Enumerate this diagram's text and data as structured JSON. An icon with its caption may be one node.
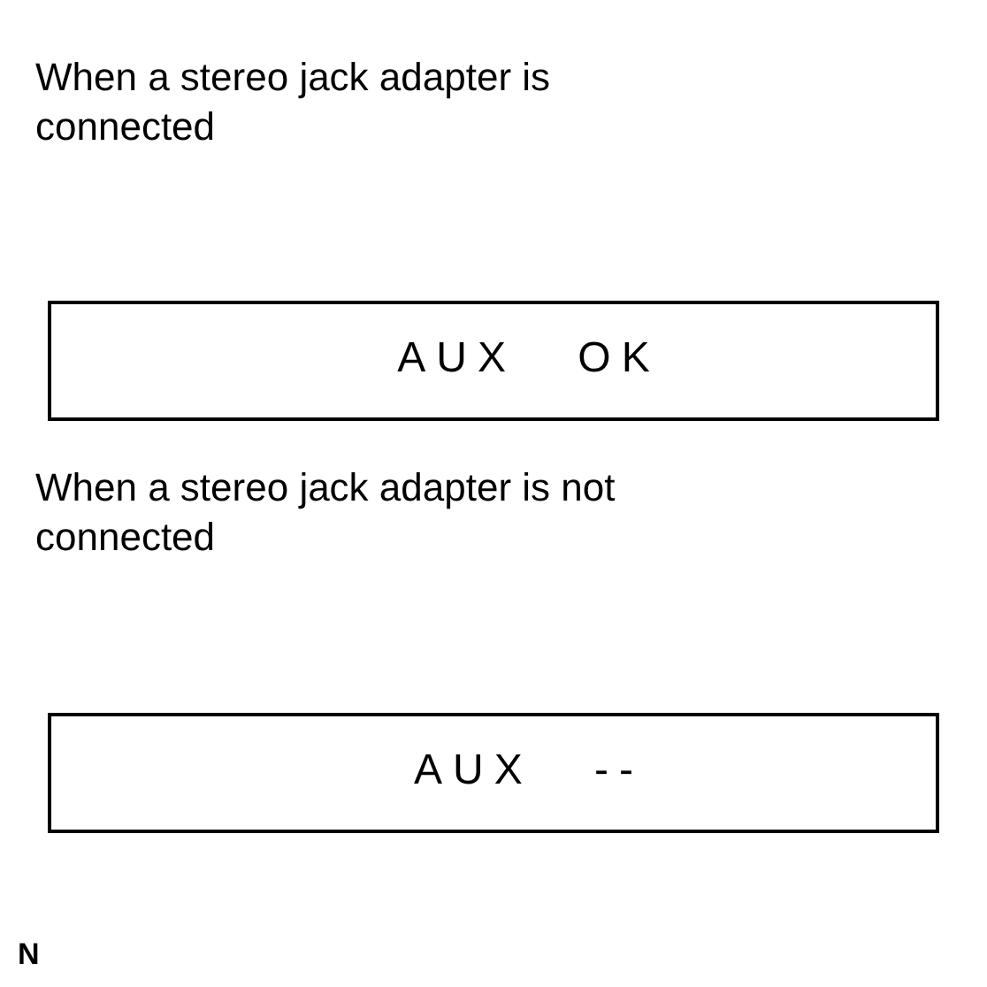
{
  "diagram": {
    "nodes": [
      {
        "text": [
          "AUX OK"
        ]
      },
      {
        "text": [
          "AUX --"
        ]
      }
    ],
    "labels": [
      "When a stereo jack adapter is connected",
      "When a stereo jack adapter is not connected",
      "N"
    ]
  }
}
